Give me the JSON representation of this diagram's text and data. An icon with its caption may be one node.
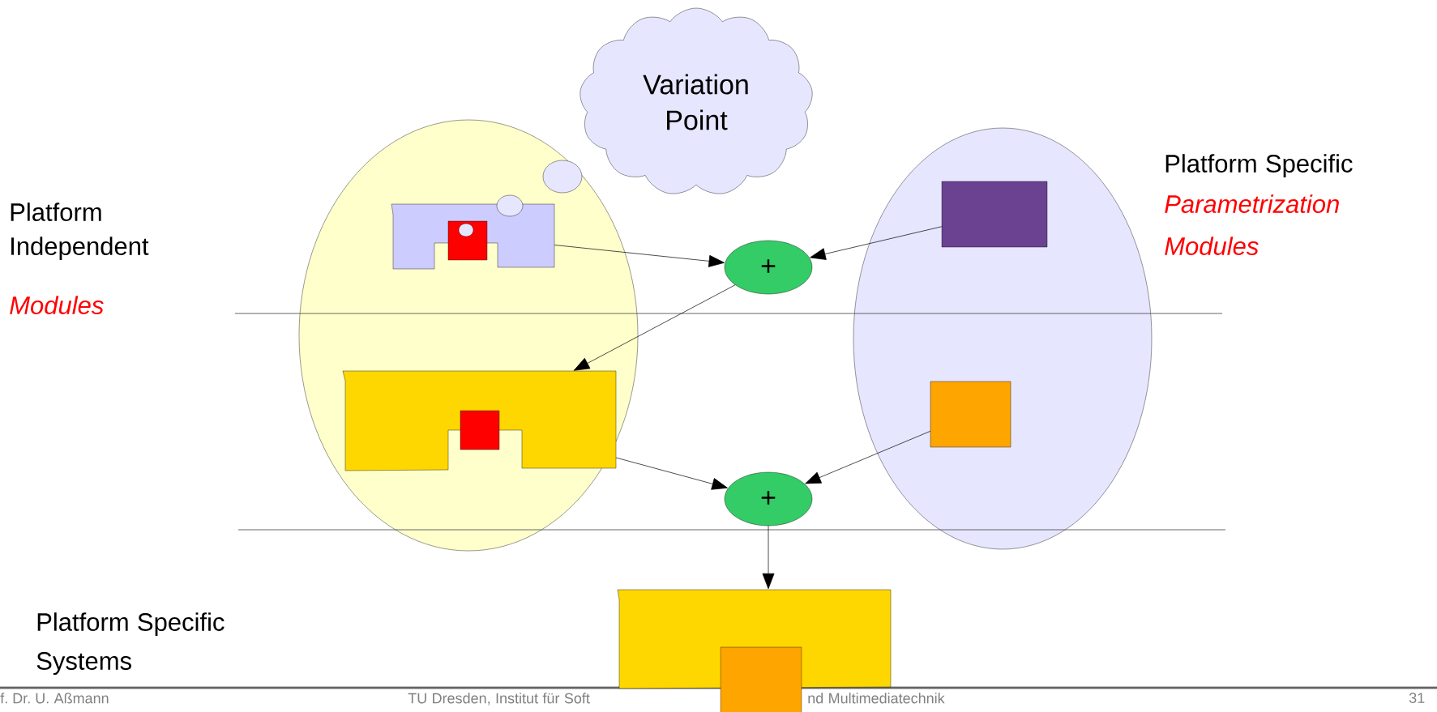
{
  "diagram": {
    "nodes": [
      {
        "text": [],
        "shape": "ellipse"
      },
      {
        "text": [],
        "shape": "ellipse"
      },
      {
        "text": [
          "Variation Point"
        ]
      },
      {
        "text": [],
        "shape": "box",
        "in": 0
      },
      {
        "text": [],
        "shape": "box",
        "in": 3
      },
      {
        "text": [],
        "shape": "box",
        "in": 1
      },
      {
        "text": [
          "+"
        ]
      },
      {
        "text": [],
        "shape": "box",
        "in": 0
      },
      {
        "text": [],
        "shape": "box",
        "in": 7
      },
      {
        "text": [],
        "shape": "box",
        "in": 1
      },
      {
        "text": [
          "+"
        ]
      },
      {
        "text": [],
        "shape": "box"
      },
      {
        "text": [],
        "shape": "box"
      }
    ],
    "edges": [
      {
        "from": 3,
        "to": 6,
        "arrow": "to"
      },
      {
        "from": 5,
        "to": 6,
        "arrow": "to"
      },
      {
        "from": 6,
        "to": 7,
        "arrow": "to"
      },
      {
        "from": 7,
        "to": 10,
        "arrow": "to"
      },
      {
        "from": 9,
        "to": 10,
        "arrow": "to"
      },
      {
        "from": 10,
        "to": 11,
        "arrow": "to"
      }
    ],
    "labels": [
      "Platform Specific",
      "Platform Independent",
      "Parametrization Modules",
      "Modules",
      "Platform Specific Systems",
      "f. Dr. U. Aßmann",
      "TU Dresden, Institut für Soft",
      "nd Multimediatechnik",
      "31"
    ]
  }
}
